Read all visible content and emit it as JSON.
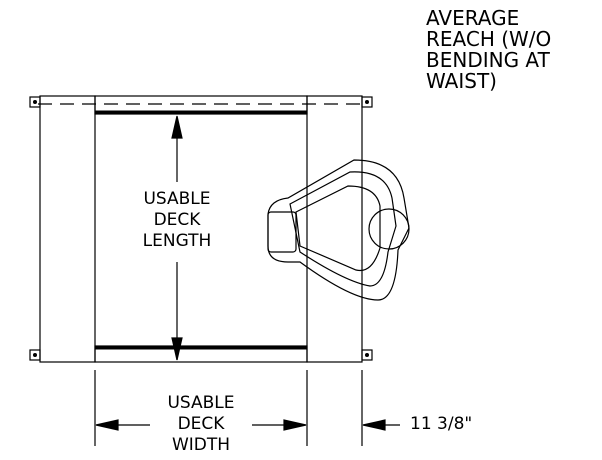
{
  "reach_note": [
    "AVERAGE",
    "REACH (W/O",
    "BENDING AT",
    "WAIST)"
  ],
  "length_label": [
    "USABLE",
    "DECK",
    "LENGTH"
  ],
  "width_label": [
    "USABLE",
    "DECK",
    "WIDTH"
  ],
  "side_dimension": "11 3/8\""
}
